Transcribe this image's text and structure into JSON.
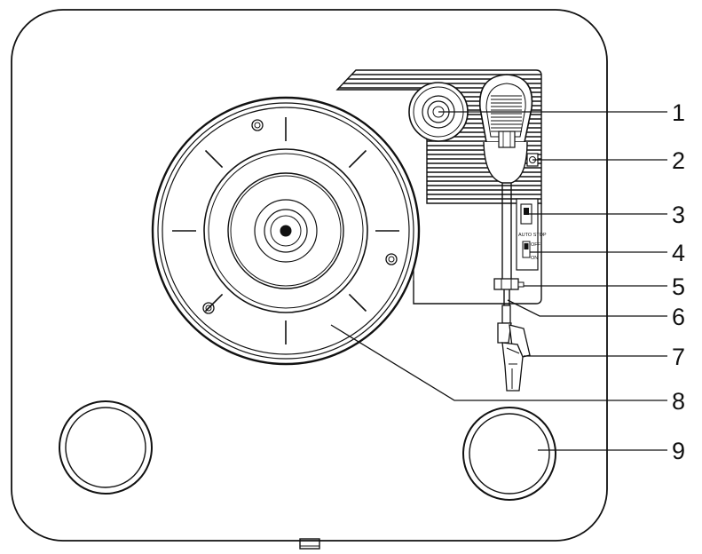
{
  "diagram": {
    "switch_labels": {
      "auto_stop": "AUTO STOP",
      "off": "OFF",
      "on": "ON"
    },
    "callouts": [
      {
        "id": 1,
        "label": "1"
      },
      {
        "id": 2,
        "label": "2"
      },
      {
        "id": 3,
        "label": "3"
      },
      {
        "id": 4,
        "label": "4"
      },
      {
        "id": 5,
        "label": "5"
      },
      {
        "id": 6,
        "label": "6"
      },
      {
        "id": 7,
        "label": "7"
      },
      {
        "id": 8,
        "label": "8"
      },
      {
        "id": 9,
        "label": "9"
      }
    ]
  }
}
